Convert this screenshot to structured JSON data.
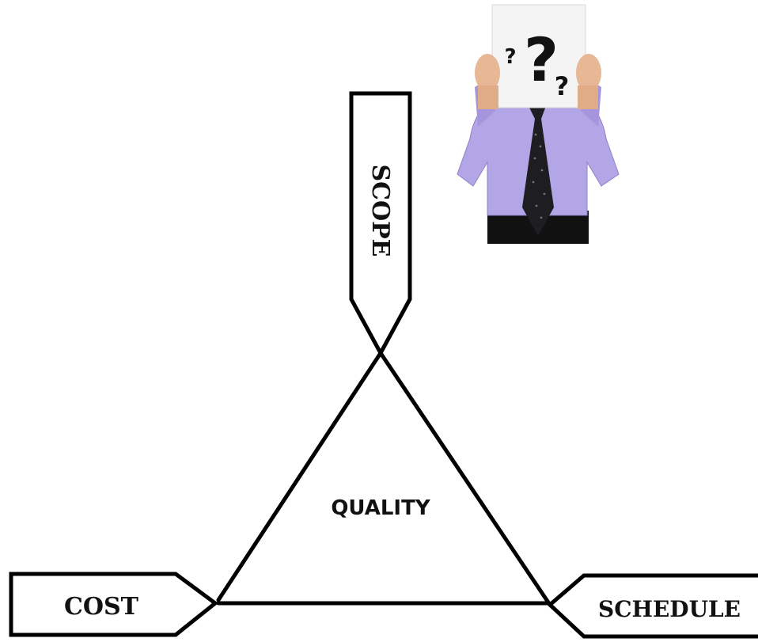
{
  "diagram": {
    "scope_label": "SCOPE",
    "quality_label": "QUALITY",
    "cost_label": "COST",
    "schedule_label": "SCHEDULE"
  },
  "illustration": {
    "subject": "businessman-holding-question-sign",
    "sign_marks": [
      "?",
      "?",
      "?"
    ],
    "colors": {
      "shirt": "#b3a6e6",
      "tie": "#1e1e22",
      "sign": "#f4f4f4",
      "skin": "#e8b896",
      "trousers": "#111111"
    }
  },
  "colors": {
    "stroke": "#000000",
    "background": "#ffffff"
  }
}
